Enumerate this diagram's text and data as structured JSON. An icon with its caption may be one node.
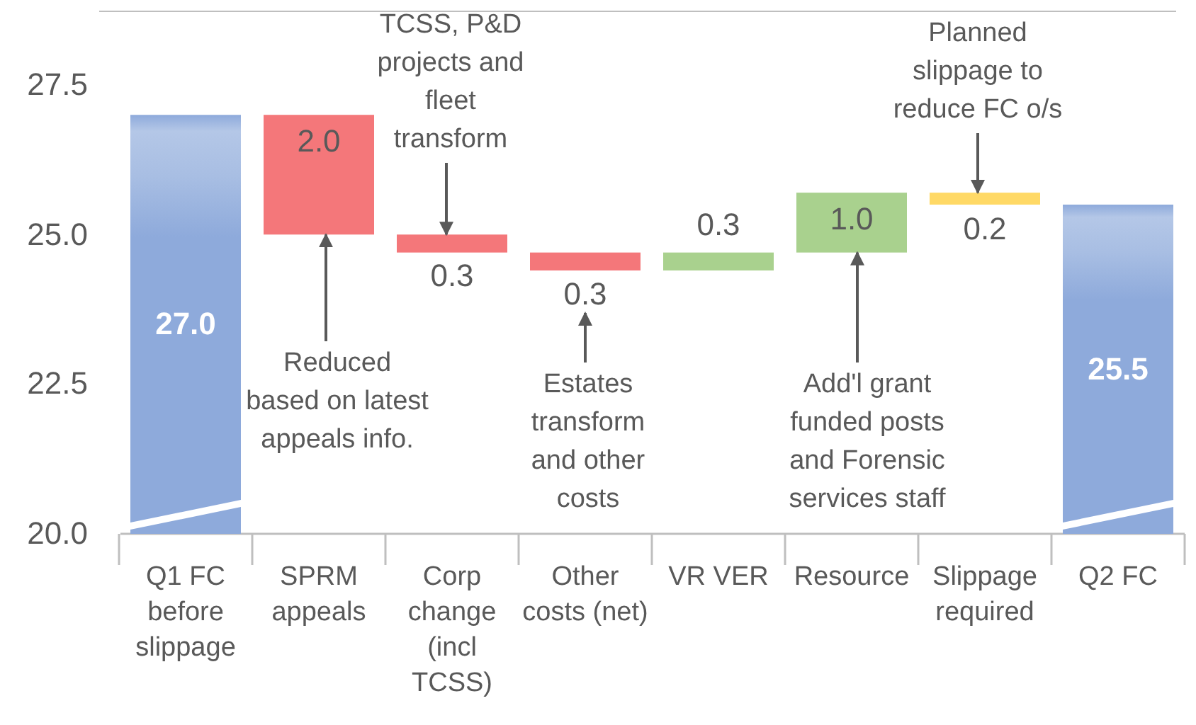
{
  "diagram": {
    "nodes": [
      {
        "text": [
          "27.0"
        ]
      },
      {
        "text": [
          "2.0"
        ]
      },
      {
        "text": [],
        "shape": "bar",
        "beside": [
          "0.3"
        ]
      },
      {
        "text": [],
        "shape": "bar",
        "beside": [
          "0.3"
        ]
      },
      {
        "text": [],
        "shape": "bar",
        "beside": [
          "0.3"
        ]
      },
      {
        "text": [
          "1.0"
        ]
      },
      {
        "text": [],
        "shape": "bar",
        "beside": [
          "0.2"
        ]
      },
      {
        "text": [
          "25.5"
        ]
      },
      {
        "text": [
          "TCSS, P&D projects and fleet transform"
        ]
      },
      {
        "text": [
          "Reduced based on latest appeals info."
        ]
      },
      {
        "text": [
          "Estates transform and other costs"
        ]
      },
      {
        "text": [
          "Add'l grant funded posts and Forensic services staff"
        ]
      },
      {
        "text": [
          "Planned slippage to reduce FC o/s"
        ]
      }
    ],
    "edges": [
      {
        "from": 8,
        "to": 2,
        "arrow": "to"
      },
      {
        "from": 9,
        "to": 1,
        "arrow": "to"
      },
      {
        "from": 10,
        "to": 3,
        "arrow": "to"
      },
      {
        "from": 11,
        "to": 5,
        "arrow": "to"
      },
      {
        "from": 12,
        "to": 6,
        "arrow": "to"
      }
    ],
    "labels": [
      "27.5",
      "25.0",
      "22.5",
      "20.0",
      "Q1 FC before slippage",
      "SPRM appeals",
      "Corp change (incl TCSS)",
      "Other costs (net)",
      "VR VER",
      "Resource",
      "Slippage required",
      "Q2 FC"
    ]
  }
}
